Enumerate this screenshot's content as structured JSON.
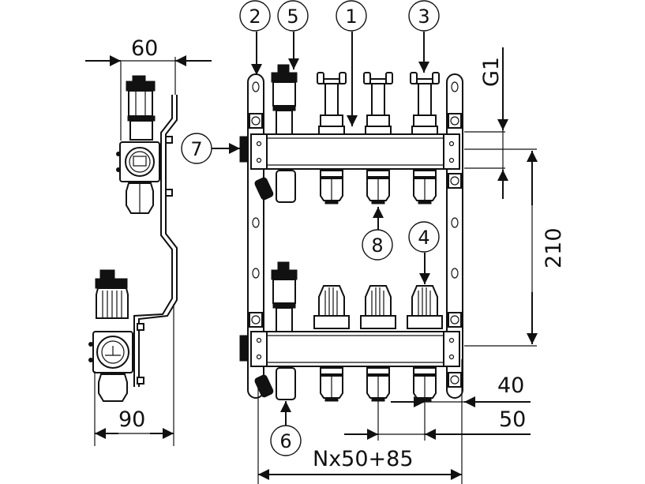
{
  "diagram": {
    "title": "Heating manifold dimensional drawing",
    "callouts": [
      {
        "id": "1",
        "label": "1",
        "target": "manifold-bar-top"
      },
      {
        "id": "2",
        "label": "2",
        "target": "mounting-bracket"
      },
      {
        "id": "3",
        "label": "3",
        "target": "flow-meter"
      },
      {
        "id": "4",
        "label": "4",
        "target": "valve-cap"
      },
      {
        "id": "5",
        "label": "5",
        "target": "air-vent"
      },
      {
        "id": "6",
        "label": "6",
        "target": "drain-valve"
      },
      {
        "id": "7",
        "label": "7",
        "target": "end-cap"
      },
      {
        "id": "8",
        "label": "8",
        "target": "outlet-connector"
      }
    ],
    "dimensions": {
      "side_width_top": "60",
      "side_width_bottom": "90",
      "thread": "G1",
      "bar_spacing": "210",
      "outlet_offset": "40",
      "outlet_pitch": "50",
      "total_length": "Nx50+85"
    },
    "outlet_count": 3,
    "line_color": "#111111",
    "background": "#ffffff"
  }
}
